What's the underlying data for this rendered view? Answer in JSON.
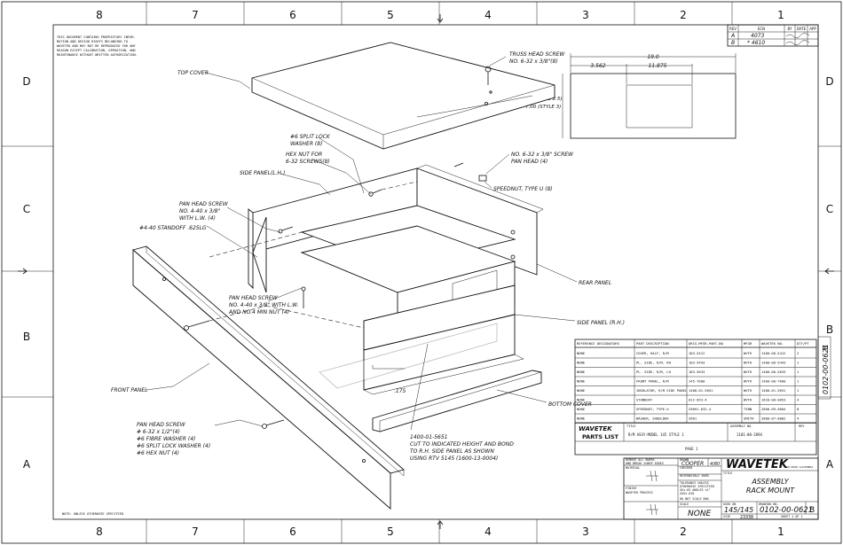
{
  "border": {
    "columns": [
      "8",
      "7",
      "6",
      "5",
      "4",
      "3",
      "2",
      "1"
    ],
    "rows": [
      "D",
      "C",
      "B",
      "A"
    ]
  },
  "notice": [
    "THIS DOCUMENT CONTAINS PROPRIETARY INFOR-",
    "MATION AND DESIGN RIGHTS BELONGING TO",
    "WAVETEK AND MAY NOT BE REPRODUCED FOR ANY",
    "REASON EXCEPT CALIBRATION, OPERATION, AND",
    "MAINTENANCE WITHOUT WRITTEN AUTHORIZATION."
  ],
  "revisions": {
    "headers": [
      "REV",
      "ECN",
      "BY",
      "DATE",
      "APP"
    ],
    "rows": [
      [
        "A",
        "4073",
        "",
        "",
        ""
      ],
      [
        "B",
        "* 4610",
        "",
        "",
        ""
      ]
    ]
  },
  "labels": {
    "top_cover": "TOP COVER",
    "truss_screw": [
      "TRUSS HEAD SCREW",
      "NO. 6-32 x 3/8\"(8)"
    ],
    "split_lock": [
      "#6 SPLIT LOCK",
      "WASHER (8)"
    ],
    "hex_nut": [
      "HEX NUT FOR",
      "6-32 SCREWS(8)"
    ],
    "side_panel_lh": "SIDE PANEL(L.H.)",
    "pan_screw_top": [
      "NO. 6-32 x 3/8\" SCREW",
      "PAN HEAD (4)"
    ],
    "speednut": "SPEEDNUT, TYPE U (8)",
    "pan_head_screw_1": [
      "PAN HEAD SCREW",
      "NO. 4-40 x 3/8\"",
      "WITH L.W. (4)"
    ],
    "standoff": "#4-40 STANDOFF .625LG",
    "rear_panel": "REAR PANEL",
    "pan_head_screw_2": [
      "PAN HEAD SCREW",
      "NO. 4-40 x 3/8\" WITH L.W.",
      "AND NO.4 MIN NUT (4)"
    ],
    "side_panel_rh": "SIDE PANEL (R.H.)",
    "front_panel": "FRONT PANEL",
    "bottom_cover": "BOTTOM COVER",
    "dim_175": ".175",
    "pan_head_screw_3": [
      "PAN HEAD SCREW",
      "# 6-32 x 1/2\"(4)",
      "#6 FIBRE WASHER (4)",
      "#6 SPLIT LOCK WASHER (4)",
      "#6 HEX NUT (4)"
    ],
    "cut_note": [
      "1400-01-5651",
      "CUT TO INDICATED HEIGHT AND BOND",
      "TO R.H. SIDE PANEL AS SHOWN",
      "USING RTV 5145 (1600-13-0004)"
    ],
    "bottom_note": "NOTE: UNLESS OTHERWISE SPECIFIED"
  },
  "dimensions": {
    "overall": "19.0",
    "left": "3.562",
    "middle": "11.875",
    "height": [
      "5.25 (STYLE 2.5)",
      "7.00 (STYLE 3)"
    ]
  },
  "parts_list": {
    "headers": [
      "REFERENCE DESIGNATORS",
      "PART DESCRIPTION",
      "ORIG-MFGR-PART-NO",
      "MFGR",
      "WAVETEK NO.",
      "QTY/PT"
    ],
    "rows": [
      [
        "NONE",
        "COVER, HALF, R/M",
        "183-5412",
        "WVTK",
        "1400-00-5412",
        "2"
      ],
      [
        "NONE",
        "PL. SIDE, R/M, RH",
        "183-5443",
        "WVTK",
        "1400-00-5443",
        "1"
      ],
      [
        "NONE",
        "PL. SIDE, R/M, LH",
        "183-5633",
        "WVTK",
        "1400-00-5633",
        "1"
      ],
      [
        "NONE",
        "FRONT PANEL, R/M",
        "145-7600",
        "WVTK",
        "1400-00-7600",
        "1"
      ],
      [
        "NONE",
        "INSULATOR, R/M SIDE PANEL",
        "1400-01-5651",
        "WVTK",
        "1400-01-5651",
        "1"
      ],
      [
        "NONE",
        "STANDOFF",
        "012-053-4",
        "WVTK",
        "1620-00-0053",
        "4"
      ],
      [
        "NONE",
        "SPEEDNUT, TYPE-U",
        "C8091-632-4",
        "TINN",
        "2800-09-0604",
        "8"
      ],
      [
        "NONE",
        "WASHER, SHOULDER",
        "2661",
        "SMITH",
        "2800-07-0002",
        "4"
      ]
    ],
    "brand": "WAVETEK",
    "title": "PARTS LIST",
    "title_label": "TITLE",
    "subtitle": "R/M ASSY-MODEL 145 STYLE 1",
    "assembly_label": "ASSEMBLY NO.",
    "assembly_no": "1101-00-2894",
    "rev_label": "REV",
    "page": "PAGE 1"
  },
  "title_block": {
    "remove_burrs": [
      "REMOVE ALL BURRS",
      "AND BREAK SHARP EDGES"
    ],
    "material_label": "MATERIAL",
    "finish_label": "FINISH",
    "finish_note": "WAVETEK PROCESS",
    "drawn_label": "DRAWN",
    "drawn": "COOPER",
    "drawn_date": "4/80",
    "checked_label": "CHECKED",
    "engr_label": "RESPONSIBLE ENGR",
    "tolerance": [
      "TOLERANCE UNLESS",
      "OTHERWISE SPECIFIED",
      "XX±.03  ANGLES ±1°",
      "XXX±.010",
      "DO NOT SCALE DWG"
    ],
    "brand": "WAVETEK",
    "brand_sub": "SAN DIEGO CALIFORNIA",
    "title_label": "TITLE",
    "title": [
      "ASSEMBLY",
      "RACK MOUNT"
    ],
    "scale_label": "SCALE",
    "scale": "NONE",
    "used_on_label": "USED ON",
    "used_on": "145/145",
    "dwg_label": "DRAWING NO.",
    "dwg_no": "0102-00-0621",
    "rev": "B",
    "size_label": "SIZE",
    "fscm": "23338",
    "sheet": "SHEET 1 OF 1",
    "vertical_no": "0102-00-0621"
  }
}
